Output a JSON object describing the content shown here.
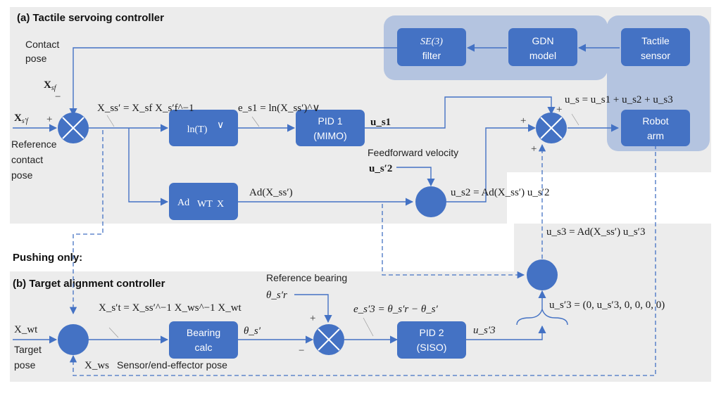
{
  "sections": {
    "a_title": "(a) Tactile servoing controller",
    "pushing_label": "Pushing only:",
    "b_title": "(b) Target alignment controller"
  },
  "colors": {
    "block": "#4472c4",
    "group": "#b4c4e0",
    "panel": "#ececec",
    "wire": "#4472c4"
  },
  "blocks": {
    "se3_filter": {
      "line1": "SE(3)",
      "line2": "filter"
    },
    "gdn_model": {
      "line1": "GDN",
      "line2": "model"
    },
    "tactile_sensor": {
      "line1": "Tactile",
      "line2": "sensor"
    },
    "ln_block": {
      "main": "ln(T)",
      "sup": "∨"
    },
    "pid1": {
      "line1": "PID 1",
      "line2": "(MIMO)"
    },
    "ad_block": {
      "main": "Ad",
      "mid": "WT",
      "end": "X"
    },
    "robot_arm": {
      "line1": "Robot",
      "line2": "arm"
    },
    "bearing_calc": {
      "line1": "Bearing",
      "line2": "calc"
    },
    "pid2": {
      "line1": "PID 2",
      "line2": "(SISO)"
    }
  },
  "labels": {
    "contact_pose_1": "Contact",
    "contact_pose_2": "pose",
    "ref_contact_1": "Reference",
    "ref_contact_2": "contact",
    "ref_contact_3": "pose",
    "feedforward": "Feedforward velocity",
    "reference_bearing": "Reference bearing",
    "target_pose_1": "Target",
    "target_pose_2": "pose",
    "sensor_pose": "Sensor/end-effector pose"
  },
  "equations": {
    "X_sf": "X",
    "X_sf_sub": "sf",
    "X_spf": "X",
    "X_spf_sub": "s′f",
    "X_ssp_eq": "X_ss′ = X_sf X_s′f^−1",
    "e_s1_eq": "e_s1 = ln(X_ss′)^∨",
    "u_s1": "u_s1",
    "u_sp2": "u_s′2",
    "ad_out": "Ad(X_ss′)",
    "u_s2_eq": "u_s2 = Ad(X_ss′) u_s′2",
    "u_s_eq": "u_s = u_s1 + u_s2 + u_s3",
    "u_s3_eq": "u_s3 = Ad(X_ss′) u_s′3",
    "X_spt_eq": "X_s′t = X_ss′^−1 X_ws^−1 X_wt",
    "X_wt": "X_wt",
    "X_ws": "X_ws",
    "theta_sp": "θ_s′",
    "theta_spr": "θ_s′r",
    "e_sp3_eq": "e_s′3 = θ_s′r − θ_s′",
    "u_sp3": "u_s′3",
    "u_sp3_vec": "u_s′3 = (0, u_s′3, 0, 0, 0, 0)"
  },
  "signs": {
    "minus": "−",
    "plus": "+"
  }
}
